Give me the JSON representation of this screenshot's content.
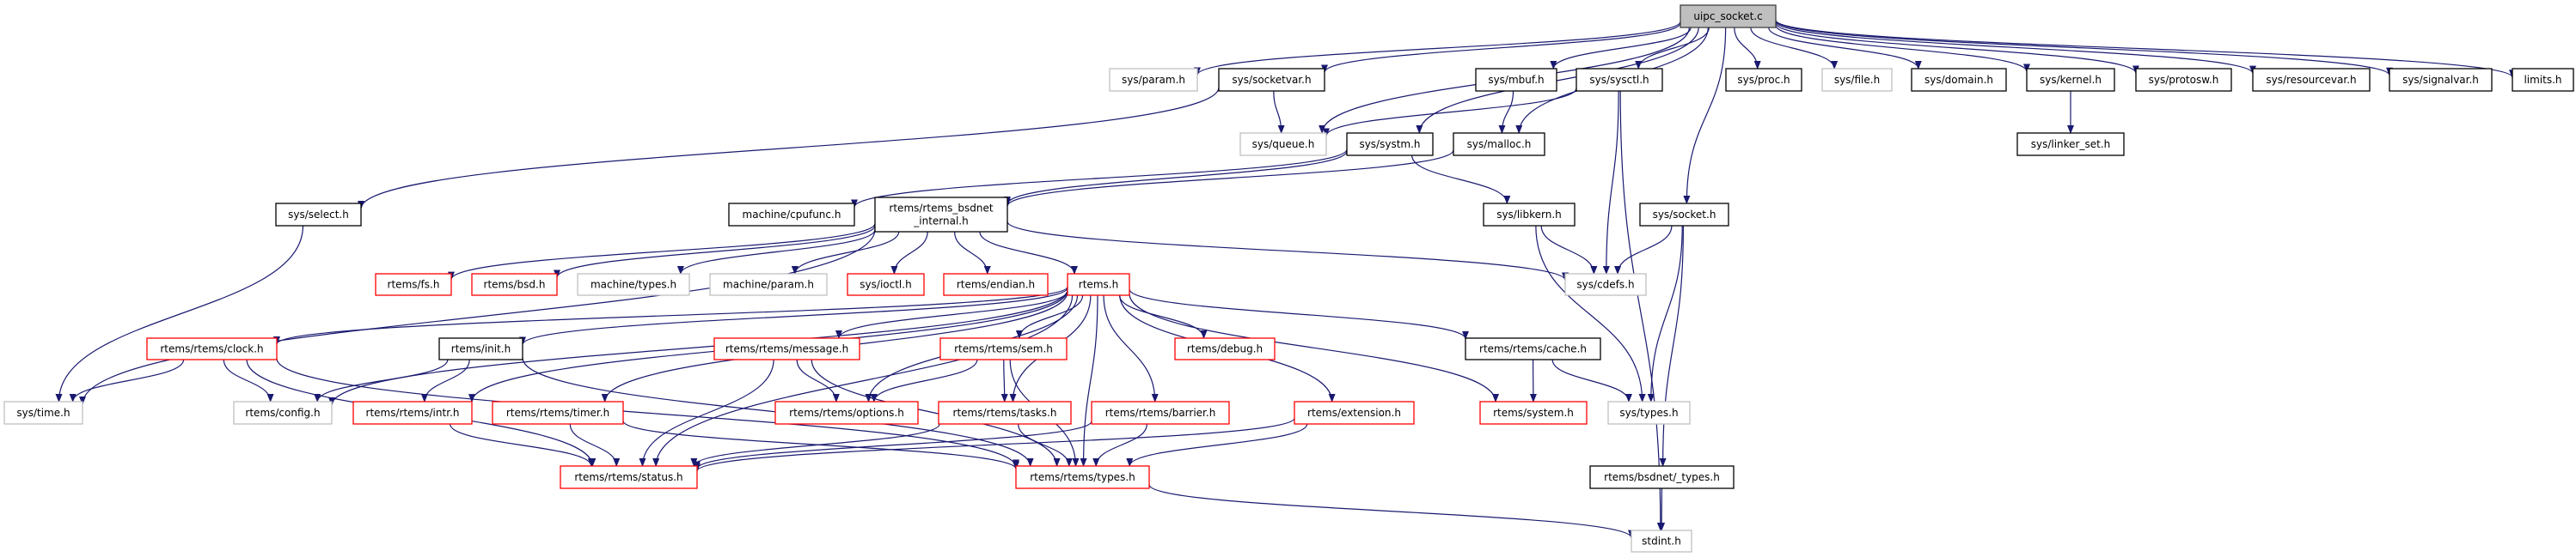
{
  "colors": {
    "edge": "#191970",
    "root_fill": "#bfbfbf",
    "documented_border": "#000000",
    "undocumented_border": "#bfbfbf",
    "truncated_border": "#ff0000",
    "node_fill": "#ffffff"
  },
  "nodes": {
    "root": {
      "label": [
        "uipc_socket.c"
      ],
      "kind": "root"
    },
    "param": {
      "label": [
        "sys/param.h"
      ],
      "kind": "undocumented"
    },
    "socketvar": {
      "label": [
        "sys/socketvar.h"
      ],
      "kind": "documented"
    },
    "mbuf": {
      "label": [
        "sys/mbuf.h"
      ],
      "kind": "documented"
    },
    "sysctl": {
      "label": [
        "sys/sysctl.h"
      ],
      "kind": "documented"
    },
    "proc": {
      "label": [
        "sys/proc.h"
      ],
      "kind": "documented"
    },
    "file": {
      "label": [
        "sys/file.h"
      ],
      "kind": "undocumented"
    },
    "domain": {
      "label": [
        "sys/domain.h"
      ],
      "kind": "documented"
    },
    "kernel": {
      "label": [
        "sys/kernel.h"
      ],
      "kind": "documented"
    },
    "protosw": {
      "label": [
        "sys/protosw.h"
      ],
      "kind": "documented"
    },
    "resourcevar": {
      "label": [
        "sys/resourcevar.h"
      ],
      "kind": "documented"
    },
    "signalvar": {
      "label": [
        "sys/signalvar.h"
      ],
      "kind": "documented"
    },
    "limits": {
      "label": [
        "limits.h"
      ],
      "kind": "documented"
    },
    "queue": {
      "label": [
        "sys/queue.h"
      ],
      "kind": "undocumented"
    },
    "systm": {
      "label": [
        "sys/systm.h"
      ],
      "kind": "documented"
    },
    "malloc": {
      "label": [
        "sys/malloc.h"
      ],
      "kind": "documented"
    },
    "linker_set": {
      "label": [
        "sys/linker_set.h"
      ],
      "kind": "documented"
    },
    "select": {
      "label": [
        "sys/select.h"
      ],
      "kind": "documented"
    },
    "cpufunc": {
      "label": [
        "machine/cpufunc.h"
      ],
      "kind": "documented"
    },
    "bsdnet_internal": {
      "label": [
        "rtems/rtems_bsdnet",
        "_internal.h"
      ],
      "kind": "documented"
    },
    "libkern": {
      "label": [
        "sys/libkern.h"
      ],
      "kind": "documented"
    },
    "socket": {
      "label": [
        "sys/socket.h"
      ],
      "kind": "documented"
    },
    "fs": {
      "label": [
        "rtems/fs.h"
      ],
      "kind": "truncated"
    },
    "bsd": {
      "label": [
        "rtems/bsd.h"
      ],
      "kind": "truncated"
    },
    "mtypes": {
      "label": [
        "machine/types.h"
      ],
      "kind": "undocumented"
    },
    "mparam": {
      "label": [
        "machine/param.h"
      ],
      "kind": "undocumented"
    },
    "ioctl": {
      "label": [
        "sys/ioctl.h"
      ],
      "kind": "truncated"
    },
    "endian": {
      "label": [
        "rtems/endian.h"
      ],
      "kind": "truncated"
    },
    "rtems": {
      "label": [
        "rtems.h"
      ],
      "kind": "truncated"
    },
    "cdefs": {
      "label": [
        "sys/cdefs.h"
      ],
      "kind": "undocumented"
    },
    "clock": {
      "label": [
        "rtems/rtems/clock.h"
      ],
      "kind": "truncated"
    },
    "init": {
      "label": [
        "rtems/init.h"
      ],
      "kind": "documented"
    },
    "message": {
      "label": [
        "rtems/rtems/message.h"
      ],
      "kind": "truncated"
    },
    "sem": {
      "label": [
        "rtems/rtems/sem.h"
      ],
      "kind": "truncated"
    },
    "debug": {
      "label": [
        "rtems/debug.h"
      ],
      "kind": "truncated"
    },
    "cache": {
      "label": [
        "rtems/rtems/cache.h"
      ],
      "kind": "documented"
    },
    "systime": {
      "label": [
        "sys/time.h"
      ],
      "kind": "undocumented"
    },
    "config": {
      "label": [
        "rtems/config.h"
      ],
      "kind": "undocumented"
    },
    "intr": {
      "label": [
        "rtems/rtems/intr.h"
      ],
      "kind": "truncated"
    },
    "timer": {
      "label": [
        "rtems/rtems/timer.h"
      ],
      "kind": "truncated"
    },
    "options": {
      "label": [
        "rtems/rtems/options.h"
      ],
      "kind": "truncated"
    },
    "tasks": {
      "label": [
        "rtems/rtems/tasks.h"
      ],
      "kind": "truncated"
    },
    "barrier": {
      "label": [
        "rtems/rtems/barrier.h"
      ],
      "kind": "truncated"
    },
    "extension": {
      "label": [
        "rtems/extension.h"
      ],
      "kind": "truncated"
    },
    "system": {
      "label": [
        "rtems/system.h"
      ],
      "kind": "truncated"
    },
    "systypes": {
      "label": [
        "sys/types.h"
      ],
      "kind": "undocumented"
    },
    "status": {
      "label": [
        "rtems/rtems/status.h"
      ],
      "kind": "truncated"
    },
    "rtypes": {
      "label": [
        "rtems/rtems/types.h"
      ],
      "kind": "truncated"
    },
    "bsdtypes": {
      "label": [
        "rtems/bsdnet/_types.h"
      ],
      "kind": "documented"
    },
    "stdint": {
      "label": [
        "stdint.h"
      ],
      "kind": "undocumented"
    }
  },
  "edges": [
    [
      "root",
      "param"
    ],
    [
      "root",
      "socketvar"
    ],
    [
      "root",
      "queue"
    ],
    [
      "root",
      "systm"
    ],
    [
      "root",
      "malloc"
    ],
    [
      "root",
      "mbuf"
    ],
    [
      "root",
      "sysctl"
    ],
    [
      "root",
      "socket"
    ],
    [
      "root",
      "proc"
    ],
    [
      "root",
      "file"
    ],
    [
      "root",
      "domain"
    ],
    [
      "root",
      "kernel"
    ],
    [
      "root",
      "protosw"
    ],
    [
      "root",
      "resourcevar"
    ],
    [
      "root",
      "signalvar"
    ],
    [
      "root",
      "limits"
    ],
    [
      "socketvar",
      "queue"
    ],
    [
      "socketvar",
      "select"
    ],
    [
      "mbuf",
      "malloc"
    ],
    [
      "sysctl",
      "queue"
    ],
    [
      "sysctl",
      "cdefs"
    ],
    [
      "sysctl",
      "stdint"
    ],
    [
      "kernel",
      "linker_set"
    ],
    [
      "systm",
      "bsdnet_internal"
    ],
    [
      "systm",
      "cpufunc"
    ],
    [
      "systm",
      "libkern"
    ],
    [
      "malloc",
      "bsdnet_internal"
    ],
    [
      "select",
      "systime"
    ],
    [
      "libkern",
      "cdefs"
    ],
    [
      "libkern",
      "systypes"
    ],
    [
      "socket",
      "cdefs"
    ],
    [
      "socket",
      "systypes"
    ],
    [
      "socket",
      "bsdtypes"
    ],
    [
      "bsdnet_internal",
      "systime"
    ],
    [
      "bsdnet_internal",
      "fs"
    ],
    [
      "bsdnet_internal",
      "bsd"
    ],
    [
      "bsdnet_internal",
      "mtypes"
    ],
    [
      "bsdnet_internal",
      "mparam"
    ],
    [
      "bsdnet_internal",
      "ioctl"
    ],
    [
      "bsdnet_internal",
      "endian"
    ],
    [
      "bsdnet_internal",
      "rtems"
    ],
    [
      "bsdnet_internal",
      "cdefs"
    ],
    [
      "rtems",
      "clock"
    ],
    [
      "rtems",
      "init"
    ],
    [
      "rtems",
      "message"
    ],
    [
      "rtems",
      "sem"
    ],
    [
      "rtems",
      "debug"
    ],
    [
      "rtems",
      "cache"
    ],
    [
      "rtems",
      "config"
    ],
    [
      "rtems",
      "intr"
    ],
    [
      "rtems",
      "timer"
    ],
    [
      "rtems",
      "options"
    ],
    [
      "rtems",
      "tasks"
    ],
    [
      "rtems",
      "barrier"
    ],
    [
      "rtems",
      "extension"
    ],
    [
      "rtems",
      "system"
    ],
    [
      "rtems",
      "status"
    ],
    [
      "rtems",
      "rtypes"
    ],
    [
      "clock",
      "systime"
    ],
    [
      "clock",
      "config"
    ],
    [
      "clock",
      "status"
    ],
    [
      "clock",
      "rtypes"
    ],
    [
      "init",
      "config"
    ],
    [
      "init",
      "intr"
    ],
    [
      "init",
      "rtypes"
    ],
    [
      "message",
      "status"
    ],
    [
      "message",
      "options"
    ],
    [
      "message",
      "rtypes"
    ],
    [
      "sem",
      "options"
    ],
    [
      "sem",
      "tasks"
    ],
    [
      "sem",
      "rtypes"
    ],
    [
      "intr",
      "status"
    ],
    [
      "timer",
      "status"
    ],
    [
      "timer",
      "rtypes"
    ],
    [
      "tasks",
      "status"
    ],
    [
      "tasks",
      "rtypes"
    ],
    [
      "barrier",
      "status"
    ],
    [
      "barrier",
      "rtypes"
    ],
    [
      "extension",
      "status"
    ],
    [
      "extension",
      "rtypes"
    ],
    [
      "cache",
      "system"
    ],
    [
      "cache",
      "systypes"
    ],
    [
      "rtypes",
      "stdint"
    ],
    [
      "bsdtypes",
      "stdint"
    ]
  ]
}
